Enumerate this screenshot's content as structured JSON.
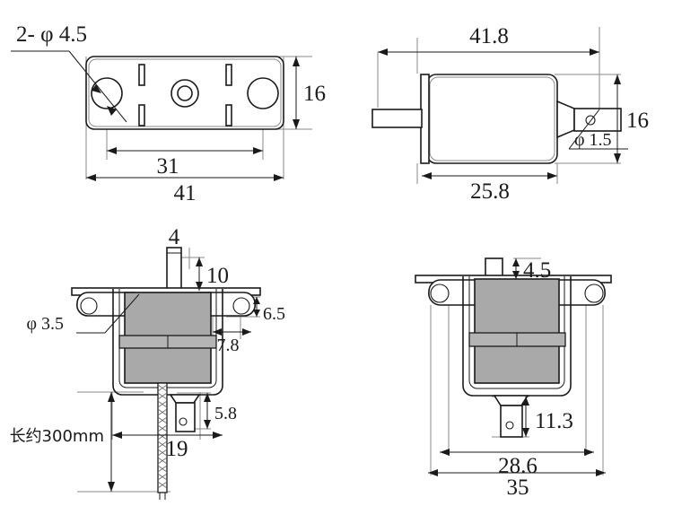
{
  "drawing": {
    "title": "Solenoid mechanical dimension drawing",
    "units": "mm",
    "line_color": "#1a1a1a",
    "body_color": "#a9a9a9",
    "background": "#ffffff"
  },
  "views": {
    "top_left": {
      "name": "mounting-plate-top-view",
      "labels": {
        "hole_callout": "2- φ 4.5",
        "height": "16",
        "hole_spacing": "31",
        "overall_width": "41"
      }
    },
    "top_right": {
      "name": "side-profile-view",
      "labels": {
        "overall_length": "41.8",
        "body_length": "25.8",
        "height": "16",
        "pin_hole": "φ 1.5"
      }
    },
    "bottom_left": {
      "name": "front-view-with-lead-wire",
      "labels": {
        "shaft_width": "4",
        "shaft_length": "10",
        "ear_height": "6.5",
        "ear_offset": "7.8",
        "mount_hole": "φ 3.5",
        "plunger_height": "5.8",
        "inner_width": "19",
        "wire_length": "长约300mm"
      }
    },
    "bottom_right": {
      "name": "front-view-bracket",
      "labels": {
        "shaft_height": "4.5",
        "plunger_height": "11.3",
        "hole_spacing": "28.6",
        "overall_width": "35"
      }
    }
  }
}
